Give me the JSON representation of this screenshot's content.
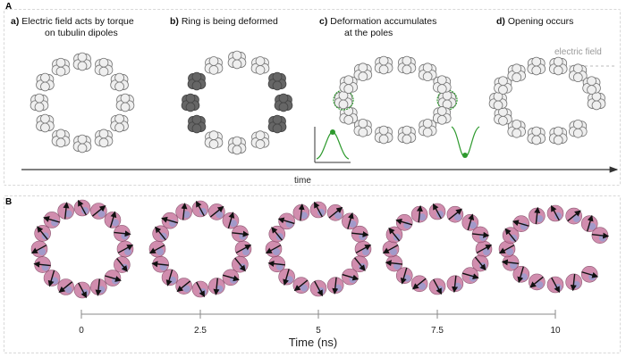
{
  "figure": {
    "panel_a_letter": "A",
    "panel_b_letter": "B"
  },
  "panel_a": {
    "steps": [
      {
        "letter": "a)",
        "line1": "Electric field acts by torque",
        "line2": "on tubulin dipoles"
      },
      {
        "letter": "b)",
        "line1": "Ring is being deformed",
        "line2": ""
      },
      {
        "letter": "c)",
        "line1": "Deformation accumulates",
        "line2": "at the poles"
      },
      {
        "letter": "d)",
        "line1": "Opening occurs",
        "line2": ""
      }
    ],
    "field_label": "electric field",
    "time_label": "time"
  },
  "panel_b": {
    "axis_ticks": [
      "0",
      "2.5",
      "5",
      "7.5",
      "10"
    ],
    "axis_title": "Time (ns)"
  },
  "colors": {
    "subunit_fill": "#efefef",
    "subunit_stroke": "#777777",
    "deformed_fill": "#666666",
    "highlight_green": "#2e9a2e",
    "protein_pink": "#c97aa0",
    "protein_blue": "#8e9fd6",
    "arrow": "#111111"
  },
  "icons": [
    "tubulin-ring",
    "arrow-right",
    "energy-well-curve",
    "dipole-arrow"
  ]
}
